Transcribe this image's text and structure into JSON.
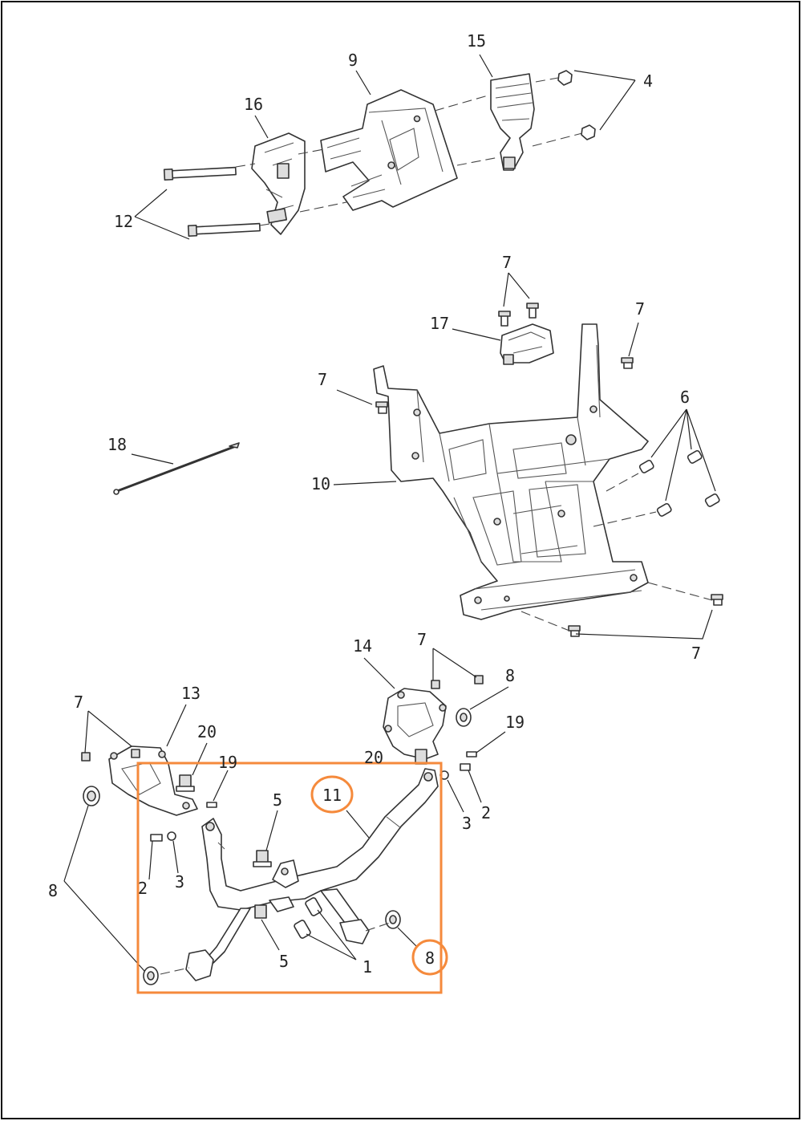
{
  "callouts": [
    {
      "id": "c1",
      "text": "1"
    },
    {
      "id": "c2a",
      "text": "2"
    },
    {
      "id": "c2b",
      "text": "2"
    },
    {
      "id": "c3a",
      "text": "3"
    },
    {
      "id": "c3b",
      "text": "3"
    },
    {
      "id": "c4",
      "text": "4"
    },
    {
      "id": "c5a",
      "text": "5"
    },
    {
      "id": "c5b",
      "text": "5"
    },
    {
      "id": "c6",
      "text": "6"
    },
    {
      "id": "c7a",
      "text": "7"
    },
    {
      "id": "c7b",
      "text": "7"
    },
    {
      "id": "c7c",
      "text": "7"
    },
    {
      "id": "c7d",
      "text": "7"
    },
    {
      "id": "c7e",
      "text": "7"
    },
    {
      "id": "c7f",
      "text": "7"
    },
    {
      "id": "c8a",
      "text": "8"
    },
    {
      "id": "c8b",
      "text": "8"
    },
    {
      "id": "c8c",
      "text": "8"
    },
    {
      "id": "c9",
      "text": "9"
    },
    {
      "id": "c10",
      "text": "10"
    },
    {
      "id": "c11",
      "text": "11"
    },
    {
      "id": "c12",
      "text": "12"
    },
    {
      "id": "c13",
      "text": "13"
    },
    {
      "id": "c14",
      "text": "14"
    },
    {
      "id": "c15",
      "text": "15"
    },
    {
      "id": "c16",
      "text": "16"
    },
    {
      "id": "c17",
      "text": "17"
    },
    {
      "id": "c18",
      "text": "18"
    },
    {
      "id": "c19a",
      "text": "19"
    },
    {
      "id": "c19b",
      "text": "19"
    },
    {
      "id": "c20a",
      "text": "20"
    },
    {
      "id": "c20b",
      "text": "20"
    }
  ],
  "highlight": {
    "box_color": "#f58a3c",
    "circled_callouts": [
      "11",
      "8"
    ]
  },
  "colors": {
    "background": "#ffffff",
    "line": "#333333",
    "frame_border": "#111111"
  }
}
